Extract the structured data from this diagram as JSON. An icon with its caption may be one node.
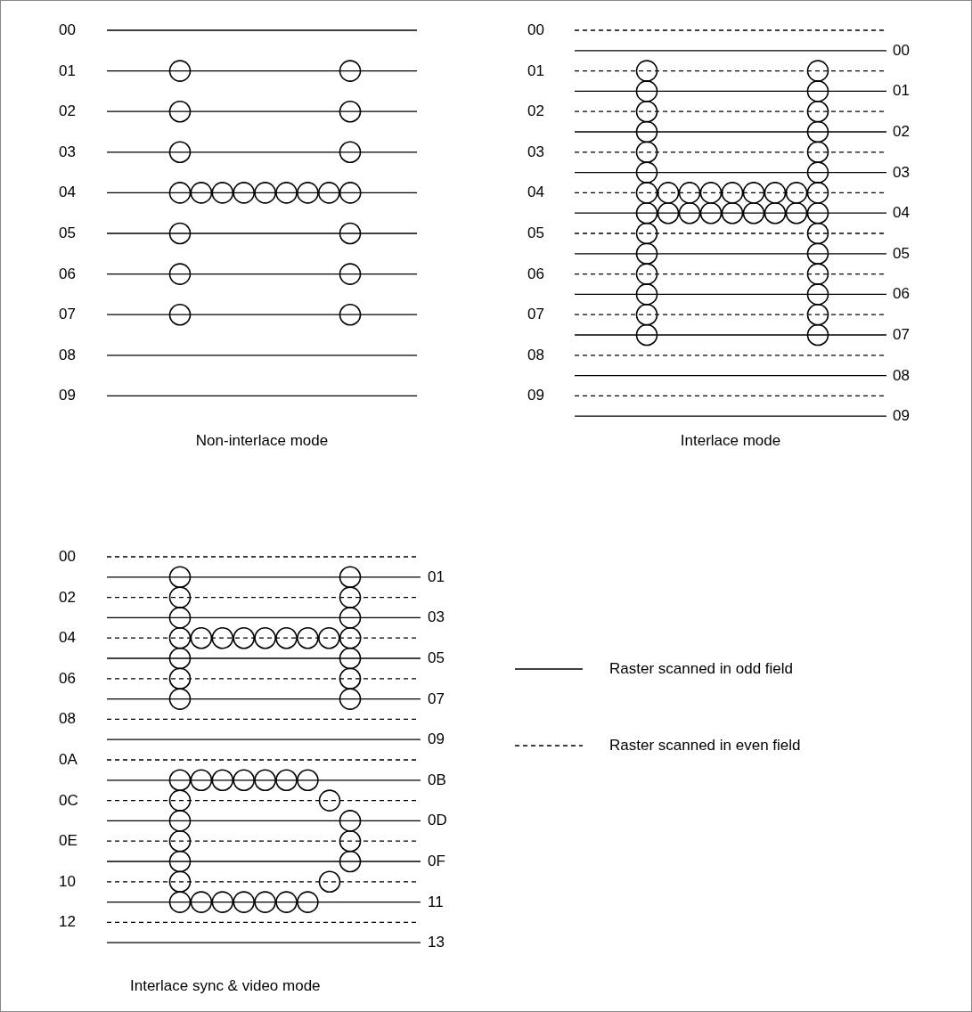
{
  "diagram": {
    "labels": [
      "00",
      "01",
      "02",
      "03",
      "04",
      "05",
      "06",
      "07",
      "08",
      "09",
      "00",
      "00",
      "01",
      "01",
      "02",
      "02",
      "03",
      "03",
      "04",
      "04",
      "05",
      "05",
      "06",
      "06",
      "07",
      "07",
      "08",
      "08",
      "09",
      "09",
      "Non-interlace mode",
      "Interlace mode",
      "00",
      "01",
      "02",
      "03",
      "04",
      "05",
      "06",
      "07",
      "08",
      "09",
      "0A",
      "0B",
      "0C",
      "0D",
      "0E",
      "0F",
      "10",
      "11",
      "12",
      "13",
      "Interlace sync & video mode"
    ],
    "legend": [
      {
        "text": "Raster scanned in odd field"
      },
      {
        "text": "Raster scanned in even field"
      }
    ]
  }
}
